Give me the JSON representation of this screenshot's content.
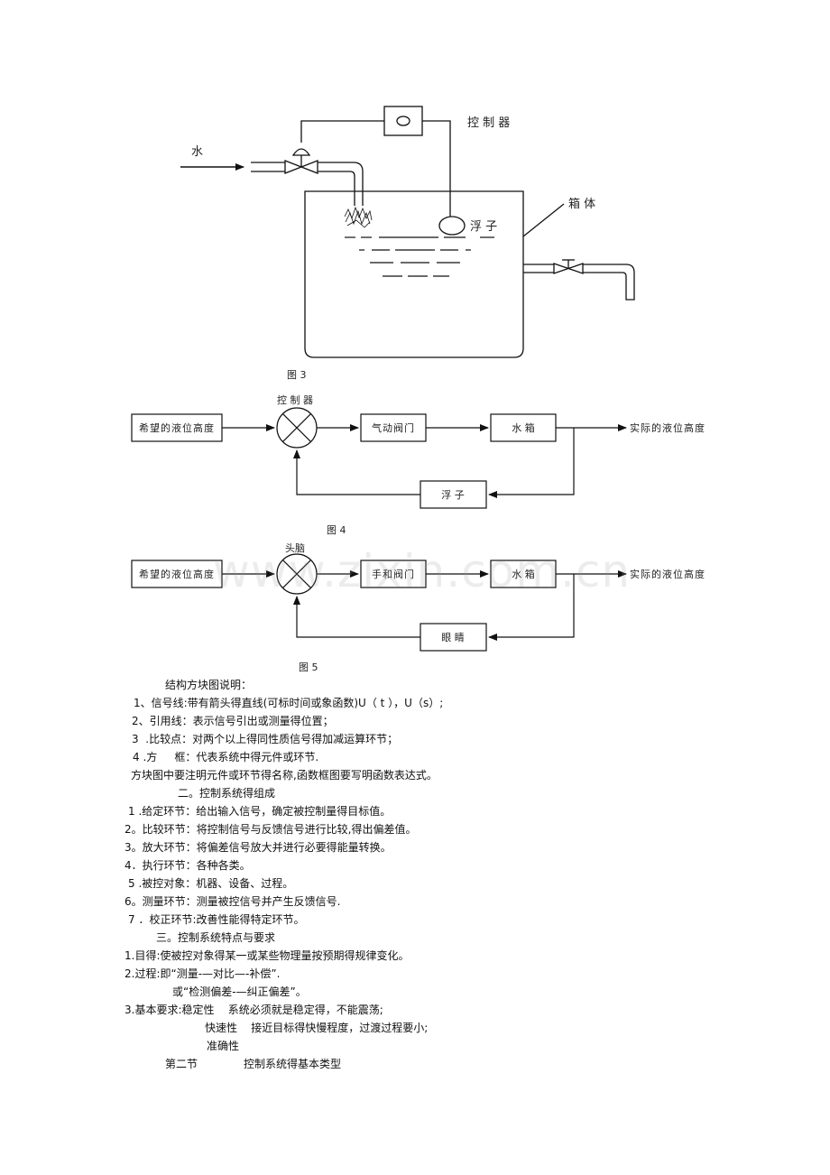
{
  "figure3": {
    "water_label": "水",
    "controller_label": "控 制 器",
    "tank_label": "箱 体",
    "float_label": "浮 子",
    "caption": "图 3"
  },
  "figure4": {
    "caption": "图 4",
    "controller_label": "控 制 器",
    "input_label": "希望的液位高度",
    "valve_label": "气动阀门",
    "tank_label": "水 箱",
    "output_label": "实际的液位高度",
    "feedback_label": "浮 子"
  },
  "figure5": {
    "caption": "图 5",
    "controller_label": "头脑",
    "input_label": "希望的液位高度",
    "valve_label": "手和阀门",
    "tank_label": "水 箱",
    "output_label": "实际的液位高度",
    "feedback_label": "眼 睛"
  },
  "watermark": "www.zixin.com.cn",
  "text": {
    "block_title": "结构方块图说明：",
    "item1": "1、信号线:带有箭头得直线(可标时间或象函数)U（ t ），U（s）;",
    "item2": "2、引用线：表示信号引出或测量得位置；",
    "item3": "3  .比较点：对两个以上得同性质信号得加减运算环节；",
    "item4": "4 .方     框：代表系统中得元件或环节.",
    "note": "方块图中要注明元件或环节得名称,函数框图要写明函数表达式。",
    "sec2_title": "二。控制系统得组成",
    "s2_1": "1 .给定环节：给出输入信号，确定被控制量得目标值。",
    "s2_2": "2。比较环节：将控制信号与反馈信号进行比较,得出偏差值。",
    "s2_3": "3。放大环节：将偏差信号放大并进行必要得能量转换。",
    "s2_4": "4．执行环节：各种各类。",
    "s2_5": "5 .被控对象：机器、设备、过程。",
    "s2_6": "6。测量环节：测量被控信号并产生反馈信号.",
    "s2_7": "7 ．校正环节:改善性能得特定环节。",
    "sec3_title": "三。控制系统特点与要求",
    "s3_1": "1.目得:使被控对象得某一或某些物理量按预期得规律变化。",
    "s3_2": "2.过程:即“测量-—对比—-补偿”.",
    "s3_2b": "或“检测偏差-—纠正偏差”。",
    "s3_3": "3.基本要求:稳定性    系统必须就是稳定得，不能震荡;",
    "s3_3b": "快速性    接近目标得快慢程度，过渡过程要小;",
    "s3_3c": "准确性",
    "footer_left": "第二节",
    "footer_right": "控制系统得基本类型"
  }
}
